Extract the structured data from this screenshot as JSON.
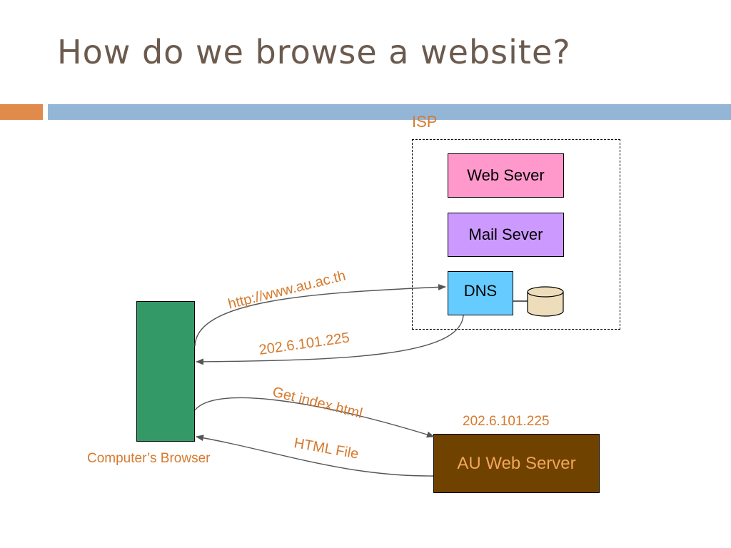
{
  "slide": {
    "title": "How do we browse a website?"
  },
  "colors": {
    "title": "#6b5a4e",
    "accent_orange": "#e08a4c",
    "accent_blue": "#93b6d6",
    "label_orange": "#d67a2e",
    "web_sever_fill": "#ff99cc",
    "mail_sever_fill": "#cc99ff",
    "dns_fill": "#66ccff",
    "database_fill": "#eeddbb",
    "computer_fill": "#339966",
    "au_server_fill": "#704200",
    "au_server_text": "#f2a65a",
    "arrow": "#555555"
  },
  "diagram": {
    "isp_label": "ISP",
    "web_sever": "Web Sever",
    "mail_sever": "Mail Sever",
    "dns": "DNS",
    "computer_label": "Computer’s Browser",
    "au_server": "AU Web Server",
    "au_server_ip": "202.6.101.225",
    "arrows": {
      "request_url": "http://www.au.ac.th",
      "dns_reply": "202.6.101.225",
      "get_request": "Get index.html",
      "html_reply": "HTML File"
    }
  }
}
